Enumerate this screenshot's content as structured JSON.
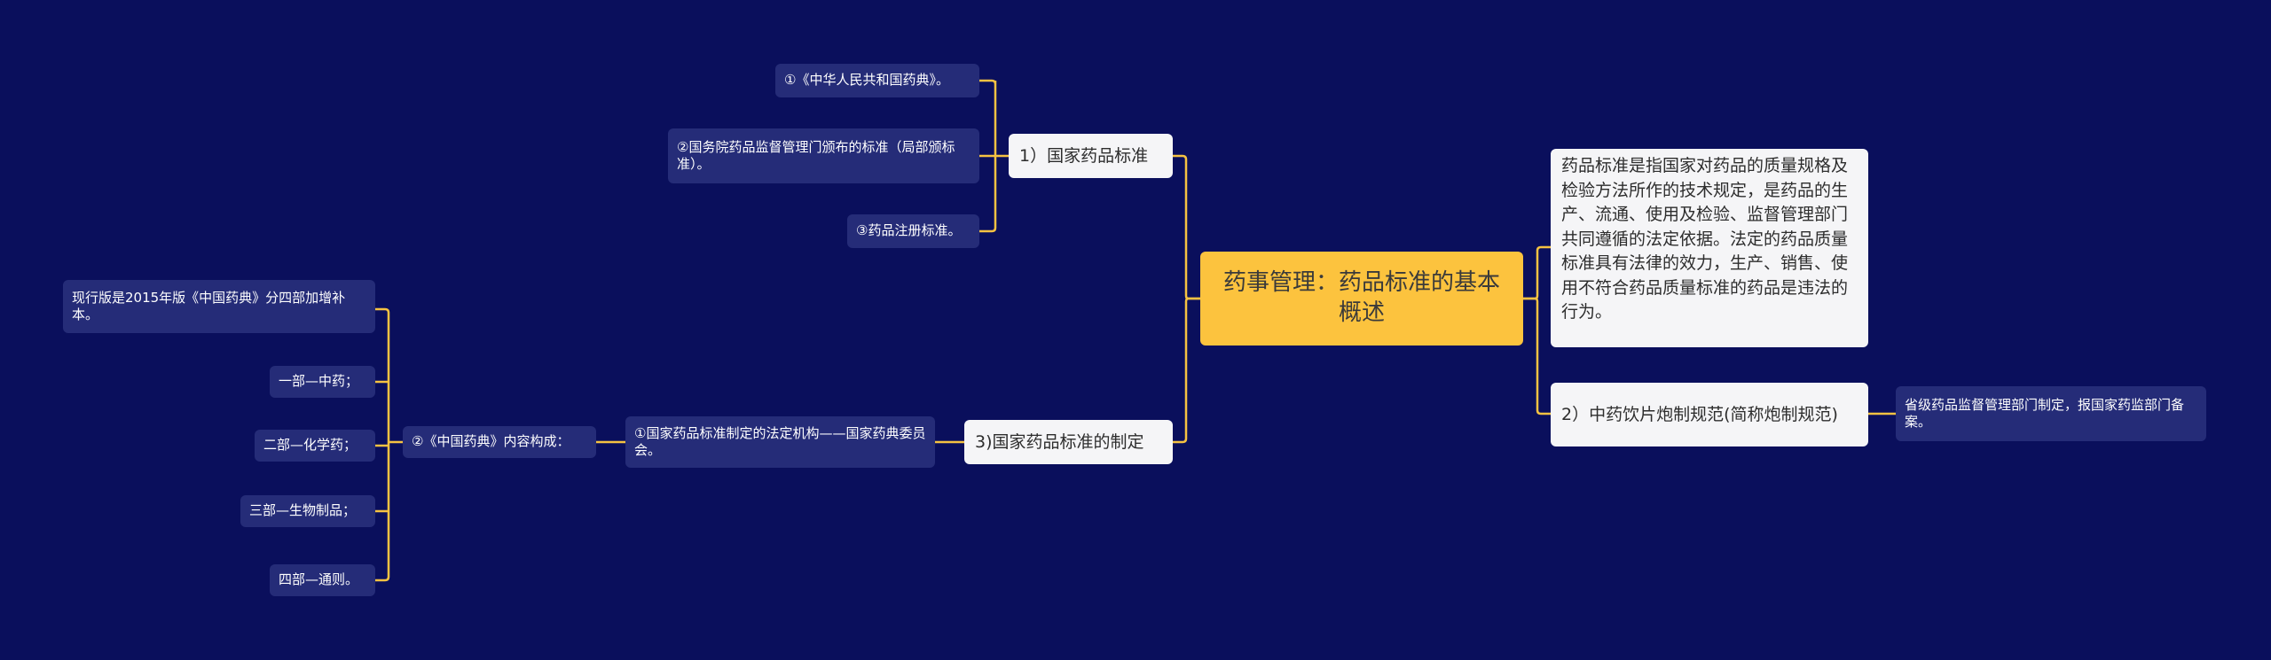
{
  "central": "药事管理：药品标准的基本概述",
  "branches": {
    "national": {
      "label": "1）国家药品标准",
      "children": [
        "①《中华人民共和国药典》。",
        "②国务院药品监督管理门颁布的标准（局部颁标准）。",
        "③药品注册标准。"
      ]
    },
    "formulation": {
      "label": "3)国家药品标准的制定",
      "child": "①国家药品标准制定的法定机构——国家药典委员会。",
      "grandchild": "②《中国药典》内容构成：",
      "leaves": [
        "现行版是2015年版《中国药典》分四部加增补本。",
        "一部—中药；",
        "二部—化学药；",
        "三部—生物制品；",
        "四部—通则。"
      ]
    },
    "definition": {
      "label": "药品标准是指国家对药品的质量规格及检验方法所作的技术规定，是药品的生产、流通、使用及检验、监督管理部门共同遵循的法定依据。法定的药品质量标准具有法律的效力，生产、销售、使用不符合药品质量标准的药品是违法的行为。"
    },
    "herbal": {
      "label": "2）中药饮片炮制规范(简称炮制规范)",
      "child": "省级药品监督管理部门制定，报国家药监部门备案。"
    }
  },
  "colors": {
    "background": "#0a0f5c",
    "central": "#fcc33e",
    "connector": "#f5c242",
    "main_node": "#f5f5f7",
    "sub_node": "#252c78"
  }
}
